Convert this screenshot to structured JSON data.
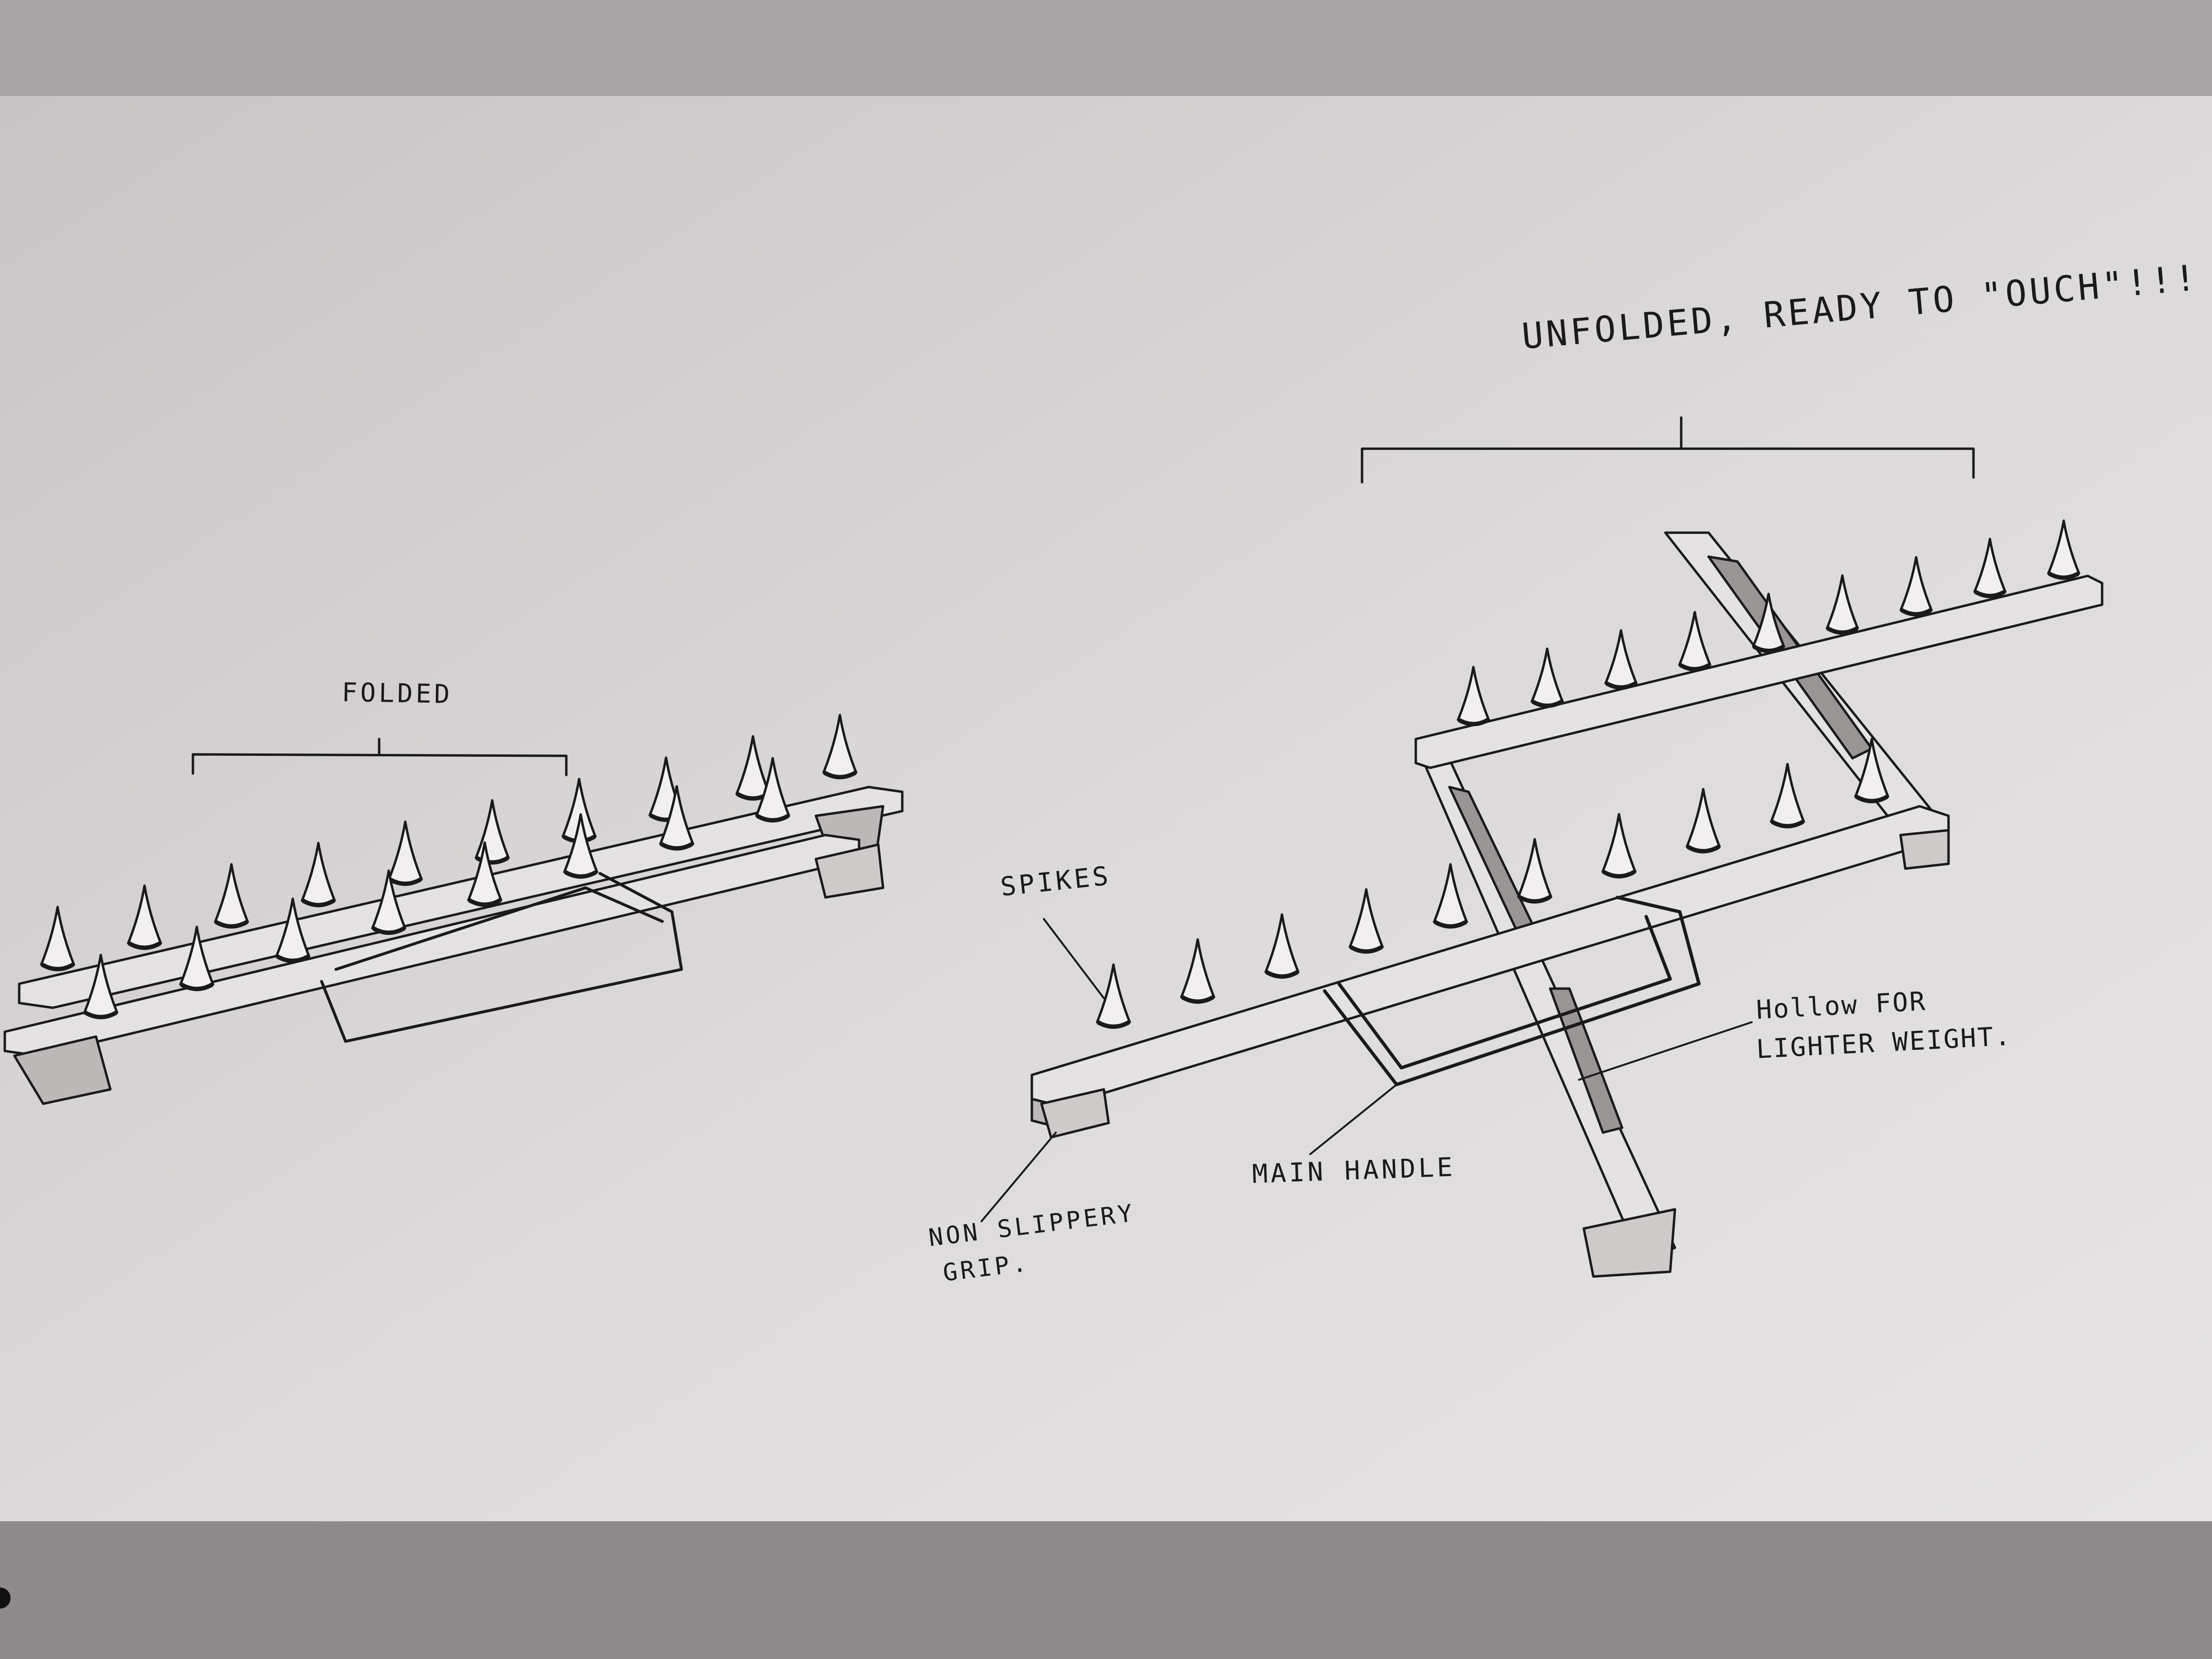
{
  "sheet": {
    "paper_color": "#dcd9da",
    "ink_color": "#1a1a1a",
    "shade_color": "#bdb8b8"
  },
  "views": {
    "folded": {
      "label": "FOLDED"
    },
    "unfolded": {
      "label": "UNFOLDED, READY TO \"OUCH\"!!!"
    }
  },
  "callouts": {
    "spikes": "SPIKES",
    "grip_line1": "NON SLIPPERY",
    "grip_line2": "GRIP.",
    "main_handle": "MAIN HANDLE",
    "hollow_line1": "Hollow FOR",
    "hollow_line2": "LIGHTER WEIGHT."
  }
}
